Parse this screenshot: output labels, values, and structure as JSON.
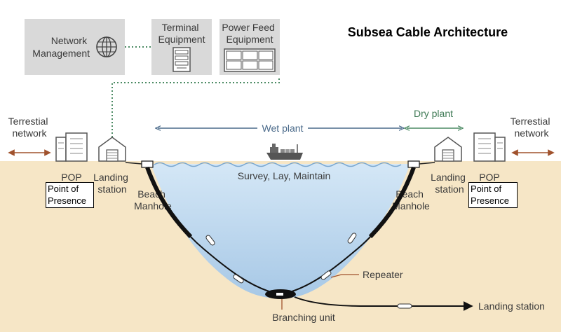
{
  "title": "Subsea Cable Architecture",
  "network_management": [
    "Network",
    "Management"
  ],
  "terminal_equipment": [
    "Terminal",
    "Equipment"
  ],
  "power_feed_equipment": [
    "Power Feed",
    "Equipment"
  ],
  "terrestial_network": [
    "Terrestial",
    "network"
  ],
  "wet_plant": "Wet plant",
  "dry_plant": "Dry plant",
  "ship_caption": "Survey, Lay, Maintain",
  "pop": "POP",
  "landing_station": [
    "Landing",
    "station"
  ],
  "beach_manhole": [
    "Beach",
    "Manhole"
  ],
  "point_of_presence": [
    "Point of",
    "Presence"
  ],
  "repeater": "Repeater",
  "branching_unit": "Branching unit",
  "landing_station_branch": "Landing station",
  "colors": {
    "sea": "#b9d7ee",
    "land": "#f6e6c6",
    "box": "#d9d9d9",
    "cable": "#111111",
    "brown_arrow": "#a0522d",
    "green": "#4b8a63"
  }
}
